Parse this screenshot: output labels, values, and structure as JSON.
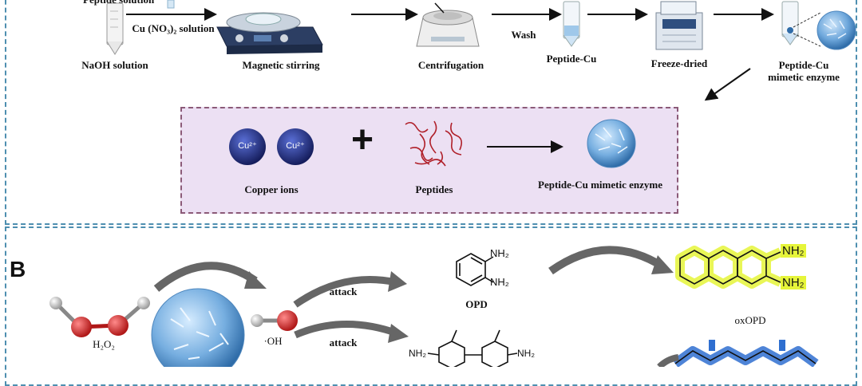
{
  "panel_a": {
    "steps": {
      "peptide_solution": "Peptide solution",
      "naoh_solution": "NaOH solution",
      "cu_solution": "Cu (NO₃)₂ solution",
      "magnetic_stirring": "Magnetic stirring",
      "centrifugation": "Centrifugation",
      "wash": "Wash",
      "peptide_cu": "Peptide-Cu",
      "freeze_dried": "Freeze-dried",
      "mimetic_enzyme_line1": "Peptide-Cu",
      "mimetic_enzyme_line2": "mimetic enzyme"
    },
    "mechanism": {
      "ion_label": "Cu²⁺",
      "plus": "+",
      "copper_ions": "Copper ions",
      "peptides": "Peptides",
      "product": "Peptide-Cu mimetic enzyme"
    }
  },
  "panel_b": {
    "letter": "B",
    "h2o2": "H₂O₂",
    "oh_radical": "·OH",
    "attack_1": "attack",
    "attack_2": "attack",
    "opd_label": "OPD",
    "nh2": "NH₂",
    "oxopd_label": "oxOPD"
  },
  "colors": {
    "panel_border": "#4e8fb0",
    "mech_bg": "#ece0f3",
    "mech_border": "#8b5a78",
    "copper_ion": "#1f2a7a",
    "peptide_strand": "#b0202a",
    "enzyme": "#6fa8dc",
    "oxopd_glow": "#e6f53a",
    "tmb_ox": "#2f6fd0",
    "oxygen": "#d22b2b"
  }
}
